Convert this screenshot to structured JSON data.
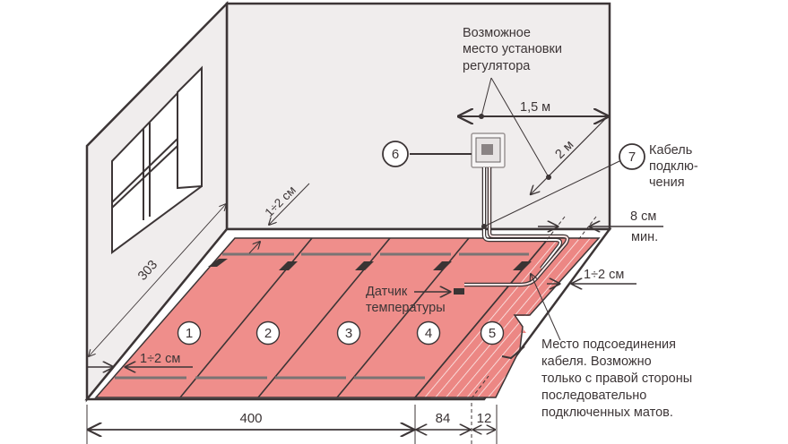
{
  "title": "Схема укладки нагревательных матов",
  "colors": {
    "wall": "#f0eded",
    "floor": "#ef8e8b",
    "floor_hatched": "#ec8784",
    "outline": "#3c3536",
    "thin_line": "#4a4445",
    "mat_stripe": "#7a7474",
    "connector": "#3a3434"
  },
  "annotations": {
    "regulator_place": [
      "Возможное",
      "место установки",
      "регулятора"
    ],
    "distance_horizontal": "1,5 м",
    "distance_diagonal": "2 м",
    "connection_cable": [
      "Кабель",
      "подклю-",
      "чения"
    ],
    "gap_min_value": "8 см",
    "gap_min_suffix": "мин.",
    "gap_right": "1÷2 см",
    "gap_back": "1÷2 см",
    "gap_left": "1÷2 см",
    "temperature_sensor": [
      "Датчик",
      "температуры"
    ],
    "connection_note": [
      "Место подсоединения",
      "кабеля. Возможно",
      "только с правой стороны",
      "последовательно",
      "подключенных матов."
    ]
  },
  "callouts": {
    "thermostat": "6",
    "cable": "7"
  },
  "mats": [
    {
      "number": "1"
    },
    {
      "number": "2"
    },
    {
      "number": "3"
    },
    {
      "number": "4"
    },
    {
      "number": "5"
    }
  ],
  "dimensions": {
    "room_depth": "303",
    "mats_width": "400",
    "partial_mat": "84",
    "edge_gap": "12"
  }
}
